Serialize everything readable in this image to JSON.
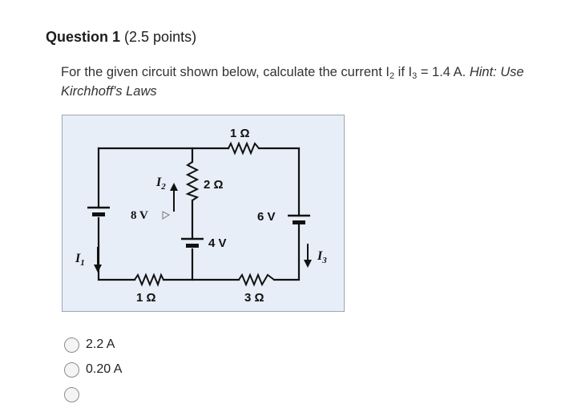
{
  "question": {
    "number_label": "Question 1",
    "points_label": "(2.5 points)",
    "text_main": "For the given circuit shown below, calculate the current I",
    "sub_2": "2",
    "text_if": " if I",
    "sub_3": "3",
    "text_value": " = 1.4 A. ",
    "hint_line1": "Hint: Use",
    "hint_line2": "Kirchhoff's Laws"
  },
  "circuit": {
    "labels": {
      "r_top": "1 Ω",
      "r_mid": "2 Ω",
      "r_bottom_left": "1 Ω",
      "r_bottom_right": "3 Ω",
      "v_8": "8 V",
      "v_4": "4 V",
      "v_6": "6 V",
      "i1": "I",
      "i1_sub": "1",
      "i2": "I",
      "i2_sub": "2",
      "i3": "I",
      "i3_sub": "3"
    }
  },
  "options": [
    {
      "label": "2.2 A"
    },
    {
      "label": "0.20 A"
    },
    {
      "label": ""
    }
  ]
}
